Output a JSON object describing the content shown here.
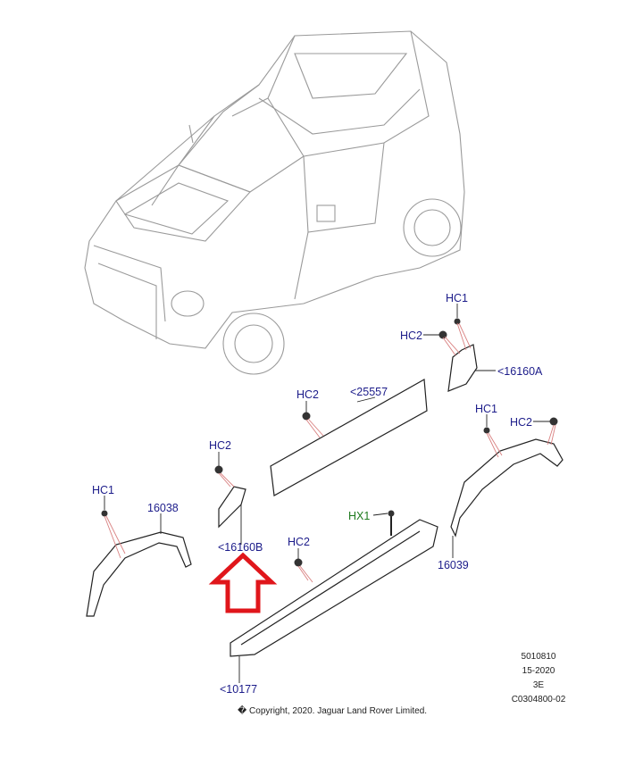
{
  "callouts": {
    "hc1_rear_bracket": "HC1",
    "hc2_rear_bracket": "HC2",
    "part_16160a": "<16160A",
    "hc2_door_moulding": "HC2",
    "part_25557": "<25557",
    "hc1_rear_arch": "HC1",
    "hc2_rear_arch": "HC2",
    "hc2_front_bracket": "HC2",
    "hc1_front_arch": "HC1",
    "part_16038": "16038",
    "hx1": "HX1",
    "part_16160b": "<16160B",
    "hc2_sill": "HC2",
    "part_16039": "16039",
    "part_10177": "<10177"
  },
  "info_block": [
    "5010810",
    "15-2020",
    "3E",
    "C0304800-02"
  ],
  "copyright": "� Copyright, 2020. Jaguar Land Rover Limited.",
  "colors": {
    "label": "#1c1c8a",
    "hx1_label": "#1e7a1e",
    "highlight_arrow": "#e0161b",
    "leader_red": "#d98080"
  }
}
